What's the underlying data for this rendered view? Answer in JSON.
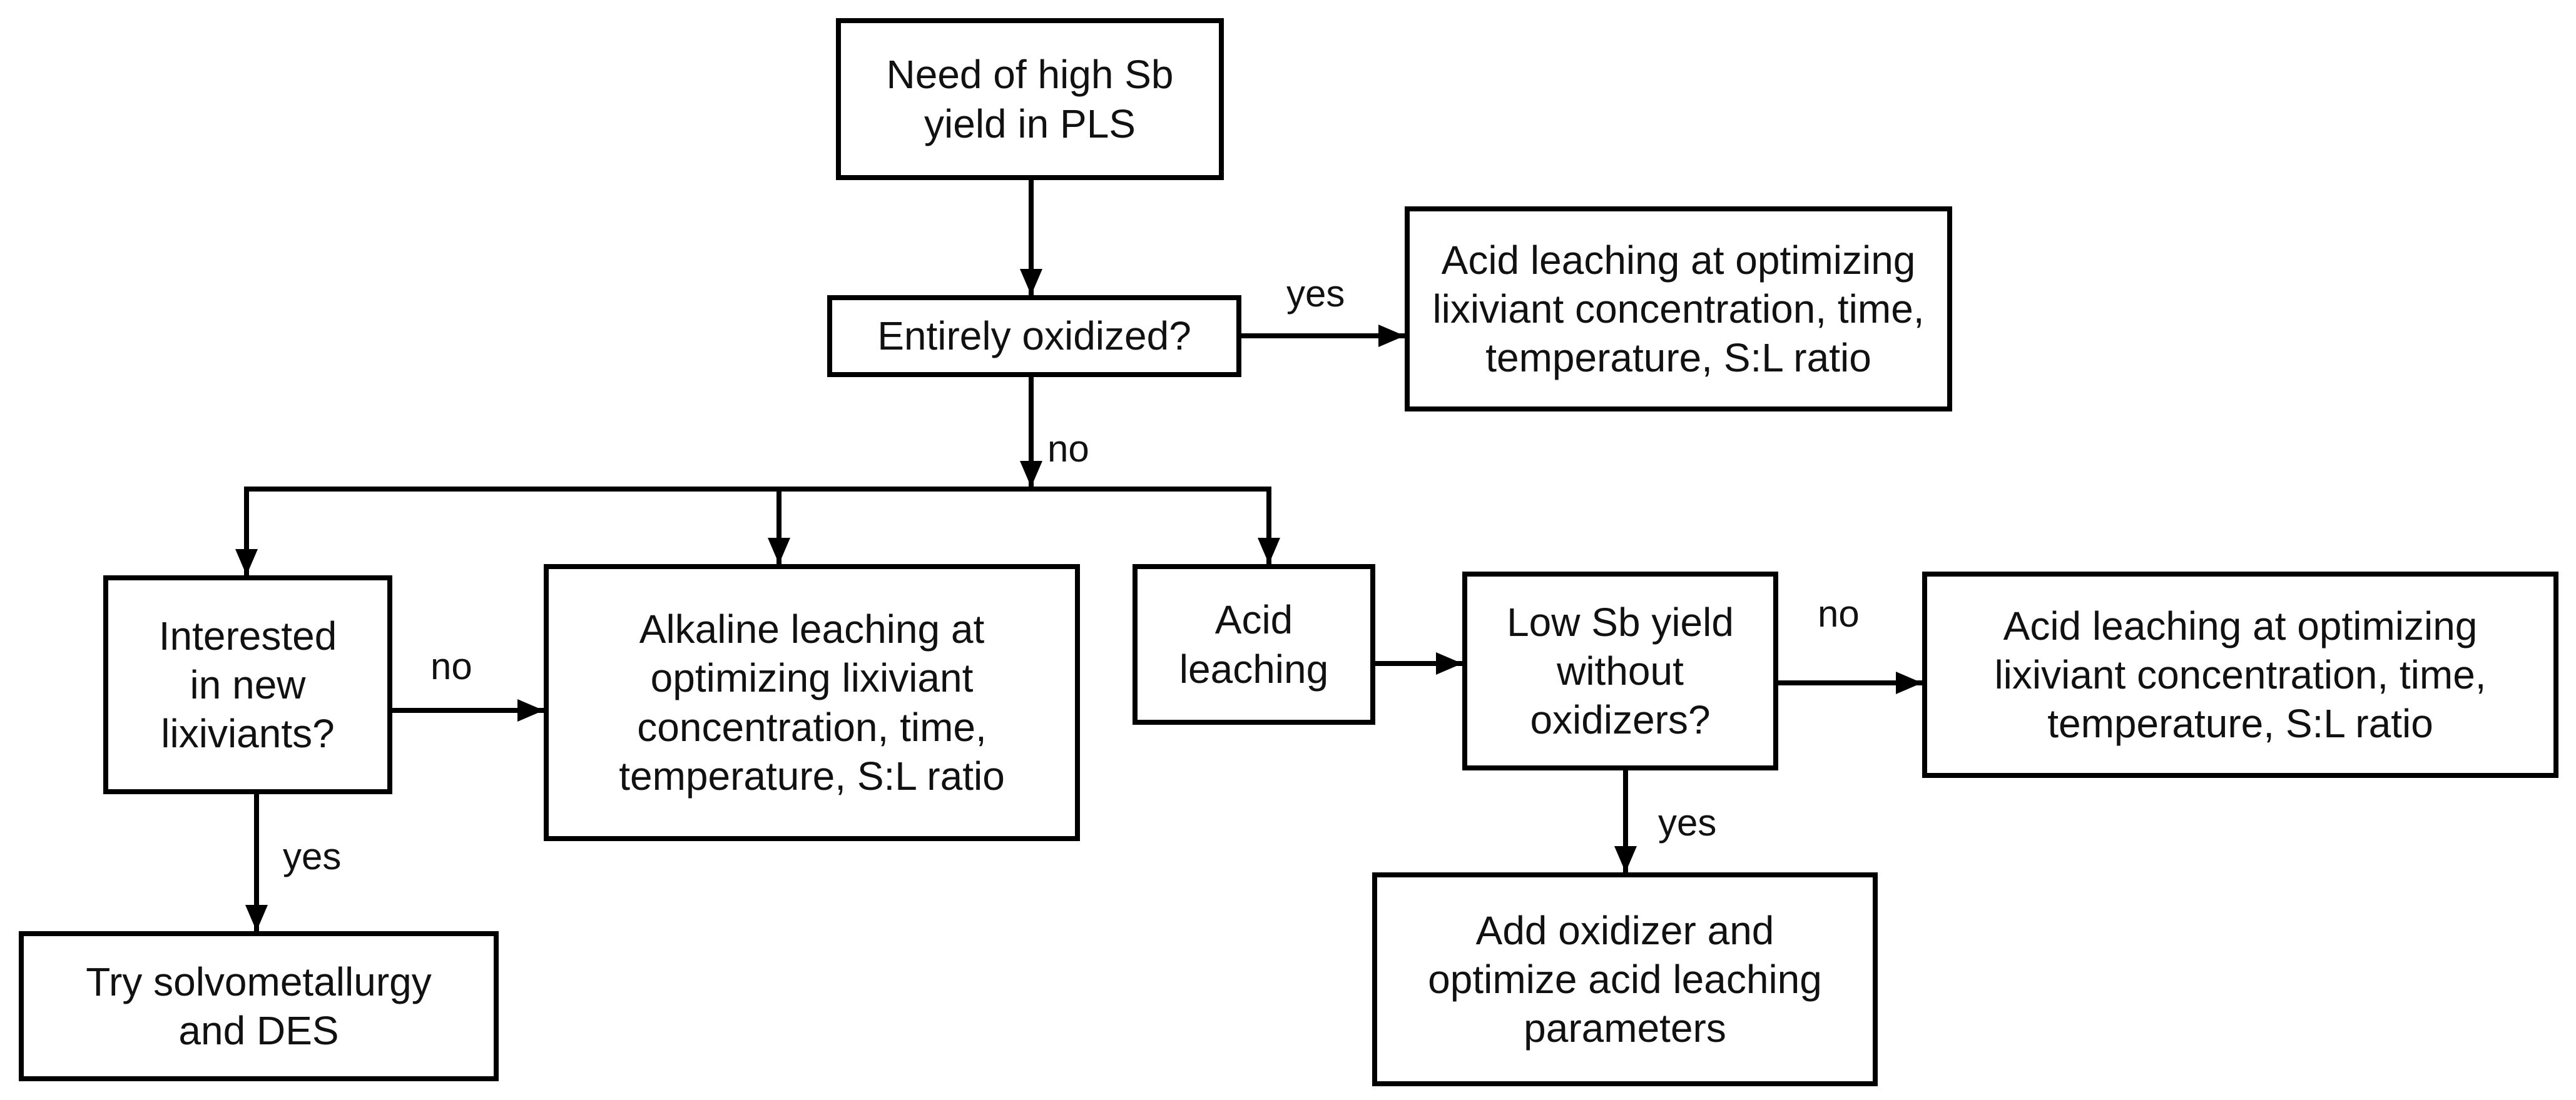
{
  "diagram": {
    "nodes": {
      "start": "Need of high Sb\nyield in PLS",
      "decision_oxidized": "Entirely oxidized?",
      "acid_leaching_top": "Acid leaching at optimizing\nlixiviant concentration, time,\ntemperature, S:L ratio",
      "decision_new_lixiviants": "Interested\nin new\nlixiviants?",
      "alkaline_leaching": "Alkaline leaching at\noptimizing lixiviant\nconcentration, time,\ntemperature, S:L ratio",
      "acid_leaching": "Acid\nleaching",
      "decision_low_yield": "Low Sb yield\nwithout\noxidizers?",
      "acid_leaching_right": "Acid leaching at optimizing\nlixiviant concentration, time,\ntemperature, S:L ratio",
      "solvometallurgy": "Try solvometallurgy\nand DES",
      "add_oxidizer": "Add oxidizer and\noptimize acid leaching\nparameters"
    },
    "edge_labels": {
      "oxidized_yes": "yes",
      "oxidized_no": "no",
      "new_lixiviants_no": "no",
      "new_lixiviants_yes": "yes",
      "low_yield_no": "no",
      "low_yield_yes": "yes"
    }
  }
}
